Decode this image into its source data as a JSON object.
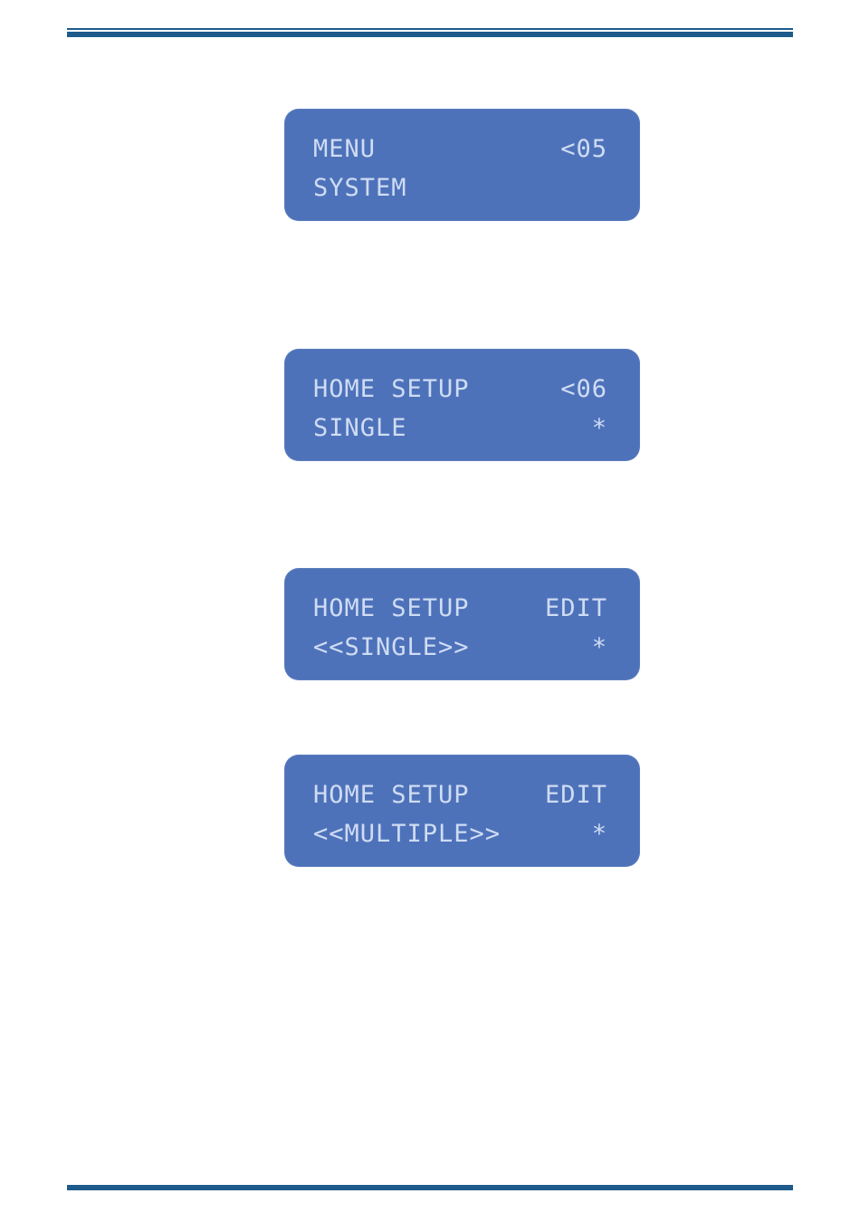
{
  "displays": [
    {
      "line1": {
        "left": "MENU",
        "right": "<05"
      },
      "line2": {
        "left": "SYSTEM",
        "right": ""
      }
    },
    {
      "line1": {
        "left": "HOME SETUP",
        "right": "<06"
      },
      "line2": {
        "left": "SINGLE",
        "right": "*"
      }
    },
    {
      "line1": {
        "left": "HOME SETUP",
        "right": "EDIT"
      },
      "line2": {
        "left": "<<SINGLE>>",
        "right": "*"
      }
    },
    {
      "line1": {
        "left": "HOME SETUP",
        "right": "EDIT"
      },
      "line2": {
        "left": "<<MULTIPLE>>",
        "right": "*"
      }
    }
  ],
  "colors": {
    "rule": "#1e5b8c",
    "lcd_background": "#4e72ba",
    "lcd_text": "#cfdcf3"
  }
}
